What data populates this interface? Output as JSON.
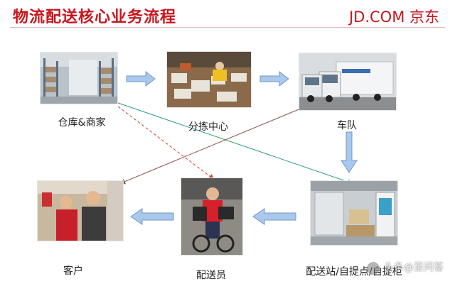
{
  "header": {
    "title": "物流配送核心业务流程",
    "brand": "JD.COM 京东"
  },
  "nodes": {
    "warehouse": {
      "label": "仓库&商家"
    },
    "sorting": {
      "label": "分拣中心"
    },
    "fleet": {
      "label": "车队"
    },
    "station": {
      "label": "配送站/自提点/自提柜"
    },
    "courier": {
      "label": "配送员"
    },
    "customer": {
      "label": "客户"
    }
  },
  "watermark": {
    "text": "头条@至问答"
  },
  "colors": {
    "accent": "#c8161d",
    "flow_arrow": "#7fa9d6",
    "line_green": "#2e9e72",
    "line_red_dashed": "#d23a3a",
    "line_brown": "#8a5050"
  }
}
